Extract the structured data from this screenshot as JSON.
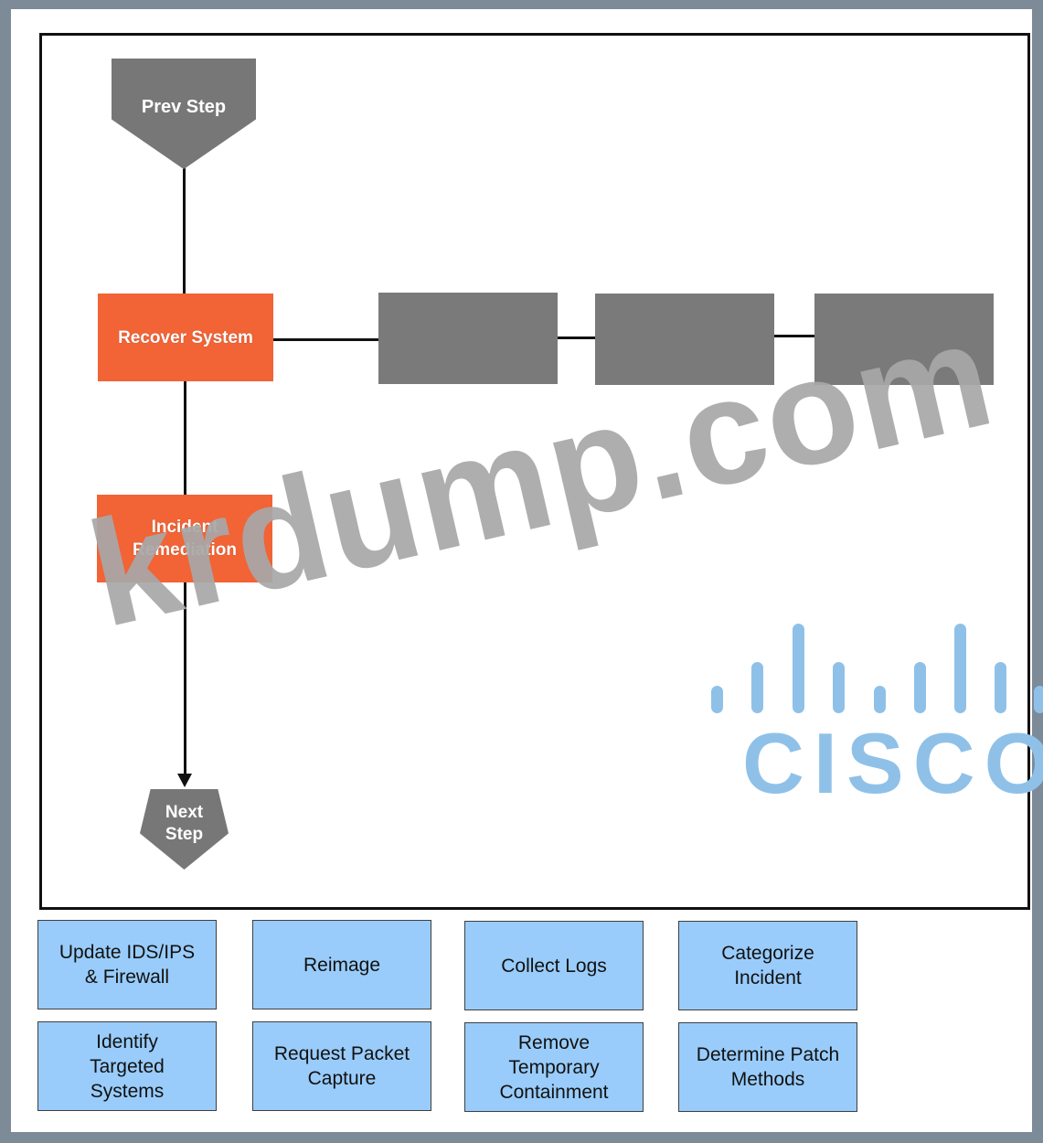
{
  "flow": {
    "prev_step": "Prev Step",
    "recover_system": "Recover System",
    "incident_remediation": "Incident\nRemediation",
    "next_step": "Next\nStep"
  },
  "drop_slots": [
    {
      "label": ""
    },
    {
      "label": ""
    },
    {
      "label": ""
    }
  ],
  "options": [
    {
      "label": "Update IDS/IPS\n& Firewall"
    },
    {
      "label": "Reimage"
    },
    {
      "label": "Collect Logs"
    },
    {
      "label": "Categorize\nIncident"
    },
    {
      "label": "Identify\nTargeted\nSystems"
    },
    {
      "label": "Request Packet\nCapture"
    },
    {
      "label": "Remove\nTemporary\nContainment"
    },
    {
      "label": "Determine Patch\nMethods"
    }
  ],
  "watermark": {
    "text": "krdump.com"
  },
  "logo": {
    "text": "CISCO",
    "icon": "cisco-bars-icon"
  },
  "colors": {
    "accent_orange": "#f26335",
    "slot_gray": "#7a7a7a",
    "option_blue": "#99ccfa",
    "cisco_blue": "#8fc1e8"
  }
}
